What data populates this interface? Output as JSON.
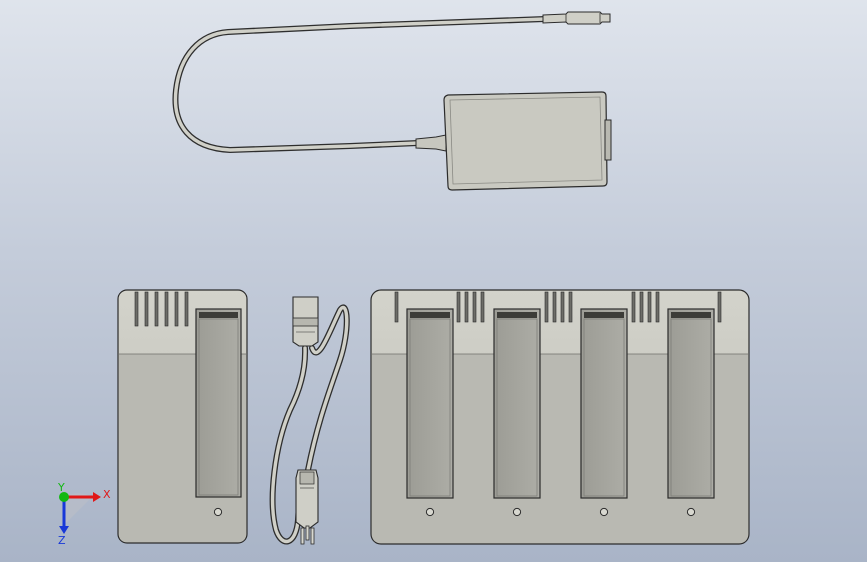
{
  "triad": {
    "x_label": "X",
    "y_label": "Y",
    "z_label": "Z"
  },
  "colors": {
    "background_top": "#dfe4ec",
    "background_bottom": "#a9b4c7",
    "part_body": "#c9c9c1",
    "part_shadow": "#a9a9a2",
    "outline": "#2b2b2b",
    "axis_x": "#e01818",
    "axis_y": "#12b812",
    "axis_z": "#1838d8"
  },
  "icons": [
    "triad-axes-icon"
  ]
}
